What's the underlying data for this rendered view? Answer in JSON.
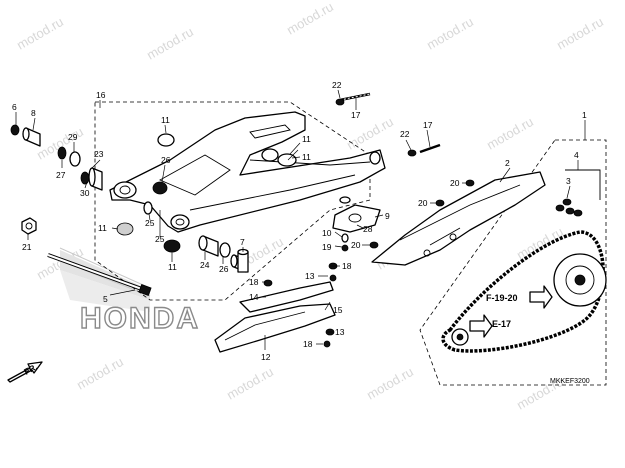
{
  "watermark": "motod.ru",
  "brand_logo": "HONDA",
  "diagram_code": "MKKEF3200",
  "direction_label": "FR.",
  "refs": {
    "f": "F-19-20",
    "e": "E-17"
  },
  "callouts": {
    "c1": "1",
    "c2": "2",
    "c3": "3",
    "c4": "4",
    "c5": "5",
    "c6": "6",
    "c7": "7",
    "c8": "8",
    "c9": "9",
    "c10": "10",
    "c11a": "11",
    "c11b": "11",
    "c11c": "11",
    "c11d": "11",
    "c11e": "11",
    "c12": "12",
    "c13a": "13",
    "c13b": "13",
    "c14": "14",
    "c15": "15",
    "c16": "16",
    "c17a": "17",
    "c17b": "17",
    "c18a": "18",
    "c18b": "18",
    "c18c": "18",
    "c19": "19",
    "c20a": "20",
    "c20b": "20",
    "c20c": "20",
    "c21": "21",
    "c22a": "22",
    "c22b": "22",
    "c23": "23",
    "c24": "24",
    "c25a": "25",
    "c25b": "25",
    "c26": "26",
    "c27": "27",
    "c28": "28",
    "c29": "29",
    "c30": "30"
  }
}
